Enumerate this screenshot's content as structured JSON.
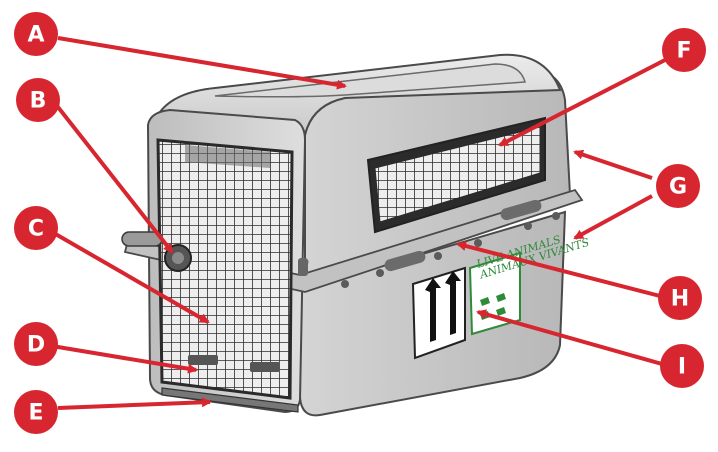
{
  "labels": {
    "a": "A",
    "b": "B",
    "c": "C",
    "d": "D",
    "e": "E",
    "f": "F",
    "g": "G",
    "h": "H",
    "i": "I"
  },
  "sticker": {
    "line1": "LIVE ANIMALS",
    "line2": "ANIMAUX VIVANTS"
  },
  "colors": {
    "accent": "#d7262f",
    "crate_body": "#d9d9d9",
    "crate_shadow": "#a9a9a9",
    "grille": "#3a3a3a",
    "sticker_green": "#2f8a3a"
  }
}
